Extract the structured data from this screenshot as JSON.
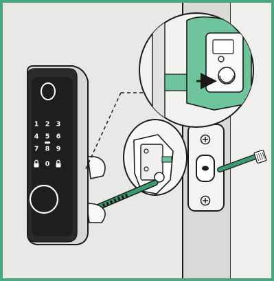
{
  "diagram": {
    "subject": "smart-lock-install-step",
    "colors": {
      "frame": "#4aa77f",
      "wall": "#e8e8e6",
      "door_frame": "#d4d4d2",
      "lock_body": "#2b2b2b",
      "lock_face": "#1e1e1e",
      "cable": "#3b9b70",
      "outline": "#1a1a1a",
      "callout_fill": "#f4f4f2",
      "accent_green": "#6fc59b"
    },
    "keypad": {
      "keys": [
        "1",
        "2",
        "3",
        "4",
        "5",
        "6",
        "7",
        "8",
        "9",
        "🔒",
        "0",
        "🔒"
      ]
    }
  }
}
